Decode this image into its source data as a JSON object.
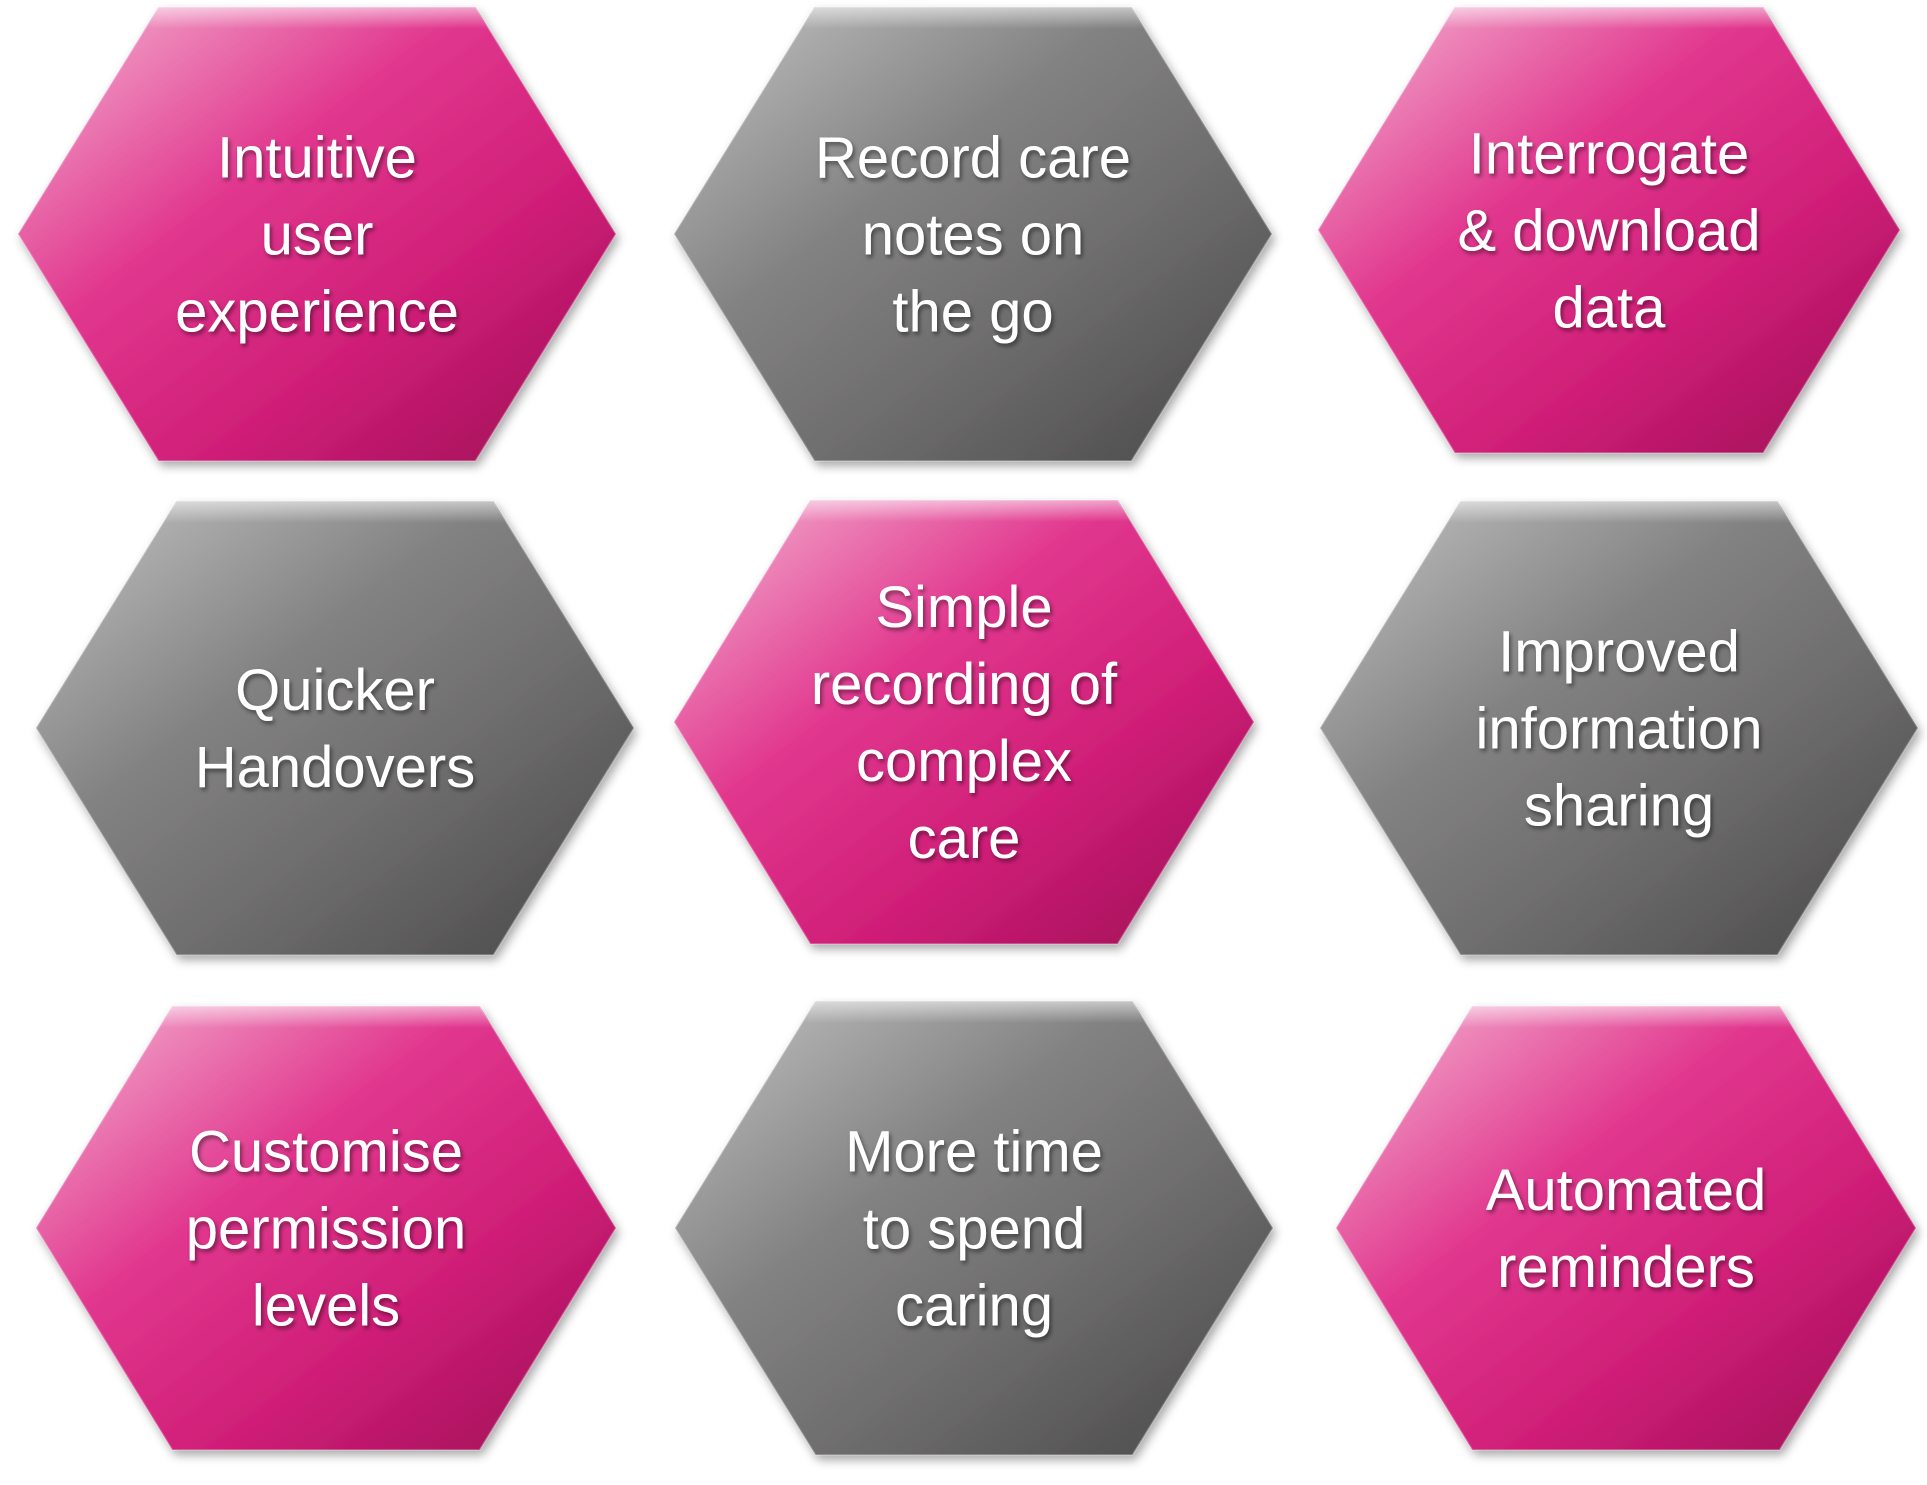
{
  "colors": {
    "pink": "#d6267e",
    "grey": "#6e6d6d",
    "text": "#ffffff"
  },
  "hexagons": [
    {
      "id": "intuitive-user-experience",
      "color": "pink",
      "lines": [
        "Intuitive",
        "user",
        "experience"
      ]
    },
    {
      "id": "record-care-notes",
      "color": "grey",
      "lines": [
        "Record care",
        "notes on",
        "the go"
      ]
    },
    {
      "id": "interrogate-download-data",
      "color": "pink",
      "lines": [
        "Interrogate",
        "& download",
        "data"
      ]
    },
    {
      "id": "quicker-handovers",
      "color": "grey",
      "lines": [
        "Quicker",
        "Handovers"
      ]
    },
    {
      "id": "simple-recording",
      "color": "pink",
      "lines": [
        "Simple",
        "recording of",
        "complex",
        "care"
      ]
    },
    {
      "id": "improved-information-sharing",
      "color": "grey",
      "lines": [
        "Improved",
        "information",
        "sharing"
      ]
    },
    {
      "id": "customise-permission-levels",
      "color": "pink",
      "lines": [
        "Customise",
        "permission",
        "levels"
      ]
    },
    {
      "id": "more-time-caring",
      "color": "grey",
      "lines": [
        "More time",
        "to spend",
        "caring"
      ]
    },
    {
      "id": "automated-reminders",
      "color": "pink",
      "lines": [
        "Automated",
        "reminders"
      ]
    }
  ]
}
